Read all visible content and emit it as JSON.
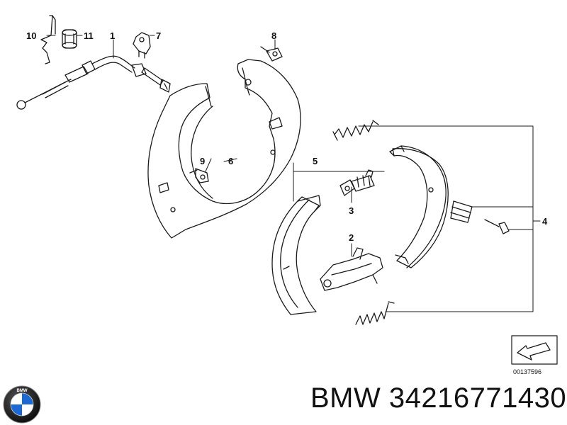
{
  "diagram": {
    "callouts": [
      "10",
      "11",
      "1",
      "7",
      "8",
      "9",
      "6",
      "5",
      "3",
      "2",
      "4"
    ],
    "reference_code": "00137596",
    "nav_icon": "forward-arrow-icon"
  },
  "footer": {
    "brand": "BMW",
    "part_number": "34216771430",
    "logo_text": "BMW",
    "logo_icon": "bmw-roundel-icon"
  },
  "colors": {
    "ink": "#1a1a1a",
    "logo_blue": "#1c69d4",
    "logo_ring": "#111111"
  }
}
